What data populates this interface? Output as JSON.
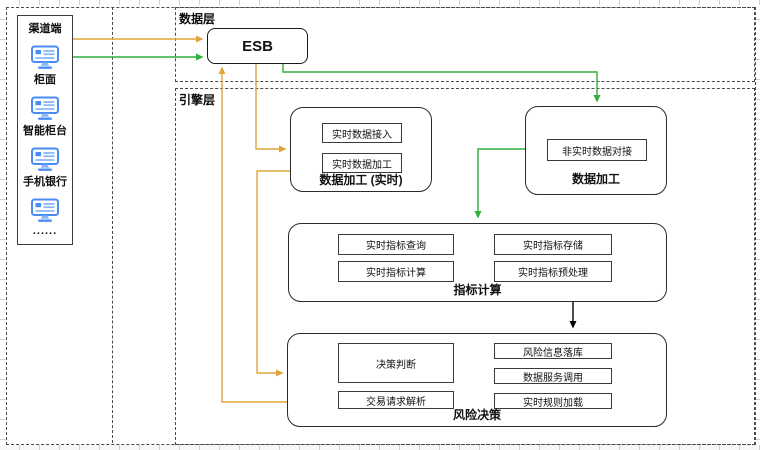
{
  "diagram": {
    "channel_panel": {
      "title": "渠道端",
      "items": [
        "柜面",
        "智能柜台",
        "手机银行",
        "......"
      ]
    },
    "data_layer": {
      "label": "数据层"
    },
    "engine_layer": {
      "label": "引擎层"
    },
    "esb": {
      "label": "ESB"
    },
    "realtime_processing": {
      "title": "数据加工 (实时)",
      "item1": "实时数据接入",
      "item2": "实时数据加工"
    },
    "batch_processing": {
      "title": "数据加工",
      "item1": "非实时数据对接"
    },
    "indicator_calc": {
      "title": "指标计算",
      "item1": "实时指标查询",
      "item2": "实时指标计算",
      "item3": "实时指标存储",
      "item4": "实时指标预处理"
    },
    "risk_decision": {
      "title": "风险决策",
      "item1": "决策判断",
      "item2": "交易请求解析",
      "item3": "风险信息落库",
      "item4": "数据服务调用",
      "item5": "实时规则加载"
    }
  },
  "colors": {
    "flow_orange": "#dfa43b",
    "flow_green": "#2fae3d",
    "arrow_black": "#000000",
    "icon_blue": "#4a8cf7",
    "icon_blue_light": "#8ab7f9",
    "border_dark": "#2b2b2b"
  }
}
